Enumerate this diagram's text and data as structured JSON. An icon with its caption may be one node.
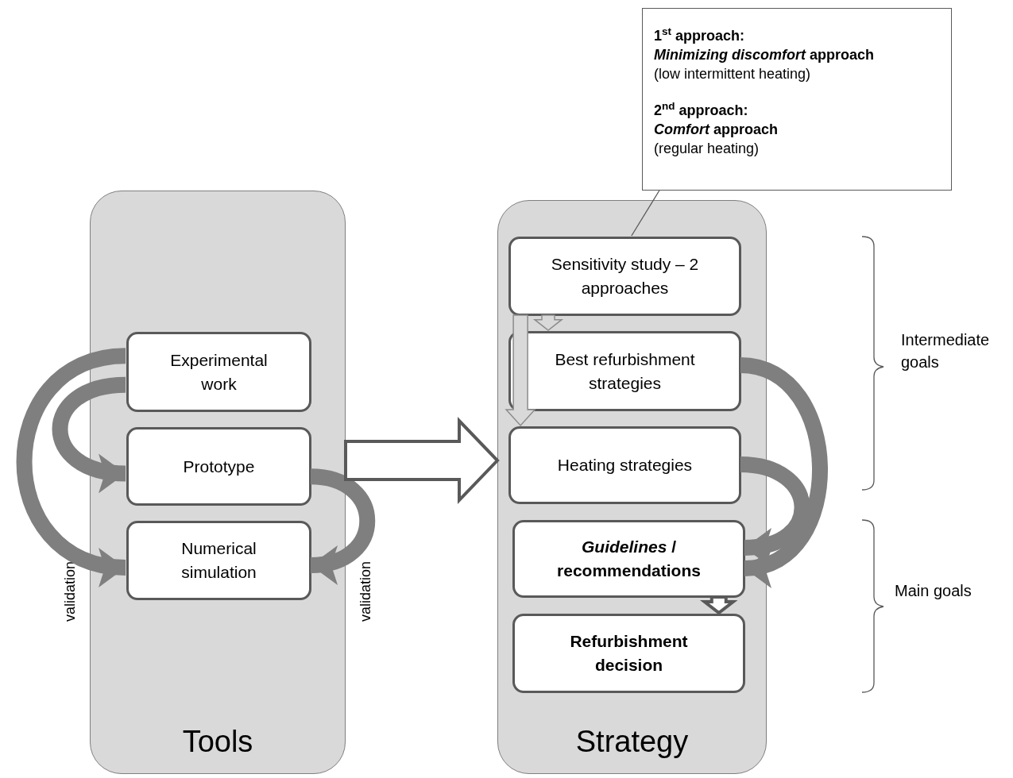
{
  "diagram": {
    "nodes": [
      {
        "text": [
          "Tools"
        ]
      },
      {
        "text": [
          "Experimental work"
        ],
        "in": 0
      },
      {
        "text": [
          "Prototype"
        ],
        "in": 0
      },
      {
        "text": [
          "Numerical simulation"
        ],
        "in": 0
      },
      {
        "text": [
          "Strategy"
        ]
      },
      {
        "text": [
          "Sensitivity study – 2 approaches"
        ],
        "in": 4
      },
      {
        "text": [
          "Best refurbishment strategies"
        ],
        "in": 4
      },
      {
        "text": [
          "Heating strategies"
        ],
        "in": 4
      },
      {
        "text": [
          "*Guidelines* / recommendations"
        ],
        "in": 4
      },
      {
        "text": [
          "Refurbishment decision"
        ],
        "in": 4
      },
      {
        "text": [
          "1$^{st}$ approach:",
          "*Minimizing discomfort* approach",
          "(low intermittent heating)",
          "2$^{nd}$ approach:",
          "*Comfort* approach",
          "(regular heating)"
        ]
      }
    ],
    "edges": [
      {
        "from": 1,
        "to": 2,
        "arrow": "to"
      },
      {
        "from": 1,
        "to": 3,
        "arrow": "to"
      },
      {
        "from": 2,
        "to": 3,
        "arrow": "to"
      },
      {
        "from": 0,
        "to": 4,
        "arrow": "to",
        "color": "#ffffff"
      },
      {
        "from": 5,
        "to": 6,
        "arrow": "to",
        "color": "#d9d9d9"
      },
      {
        "from": 5,
        "to": 7,
        "arrow": "to",
        "color": "#d9d9d9"
      },
      {
        "from": 6,
        "to": 8,
        "arrow": "to"
      },
      {
        "from": 7,
        "to": 8,
        "arrow": "to"
      },
      {
        "from": 8,
        "to": 9,
        "arrow": "to",
        "color": "#ffffff"
      },
      {
        "from": 10,
        "to": 5,
        "arrow": "none"
      }
    ],
    "labels": [
      "validation",
      "validation",
      "Intermediate goals",
      "Main goals"
    ]
  }
}
